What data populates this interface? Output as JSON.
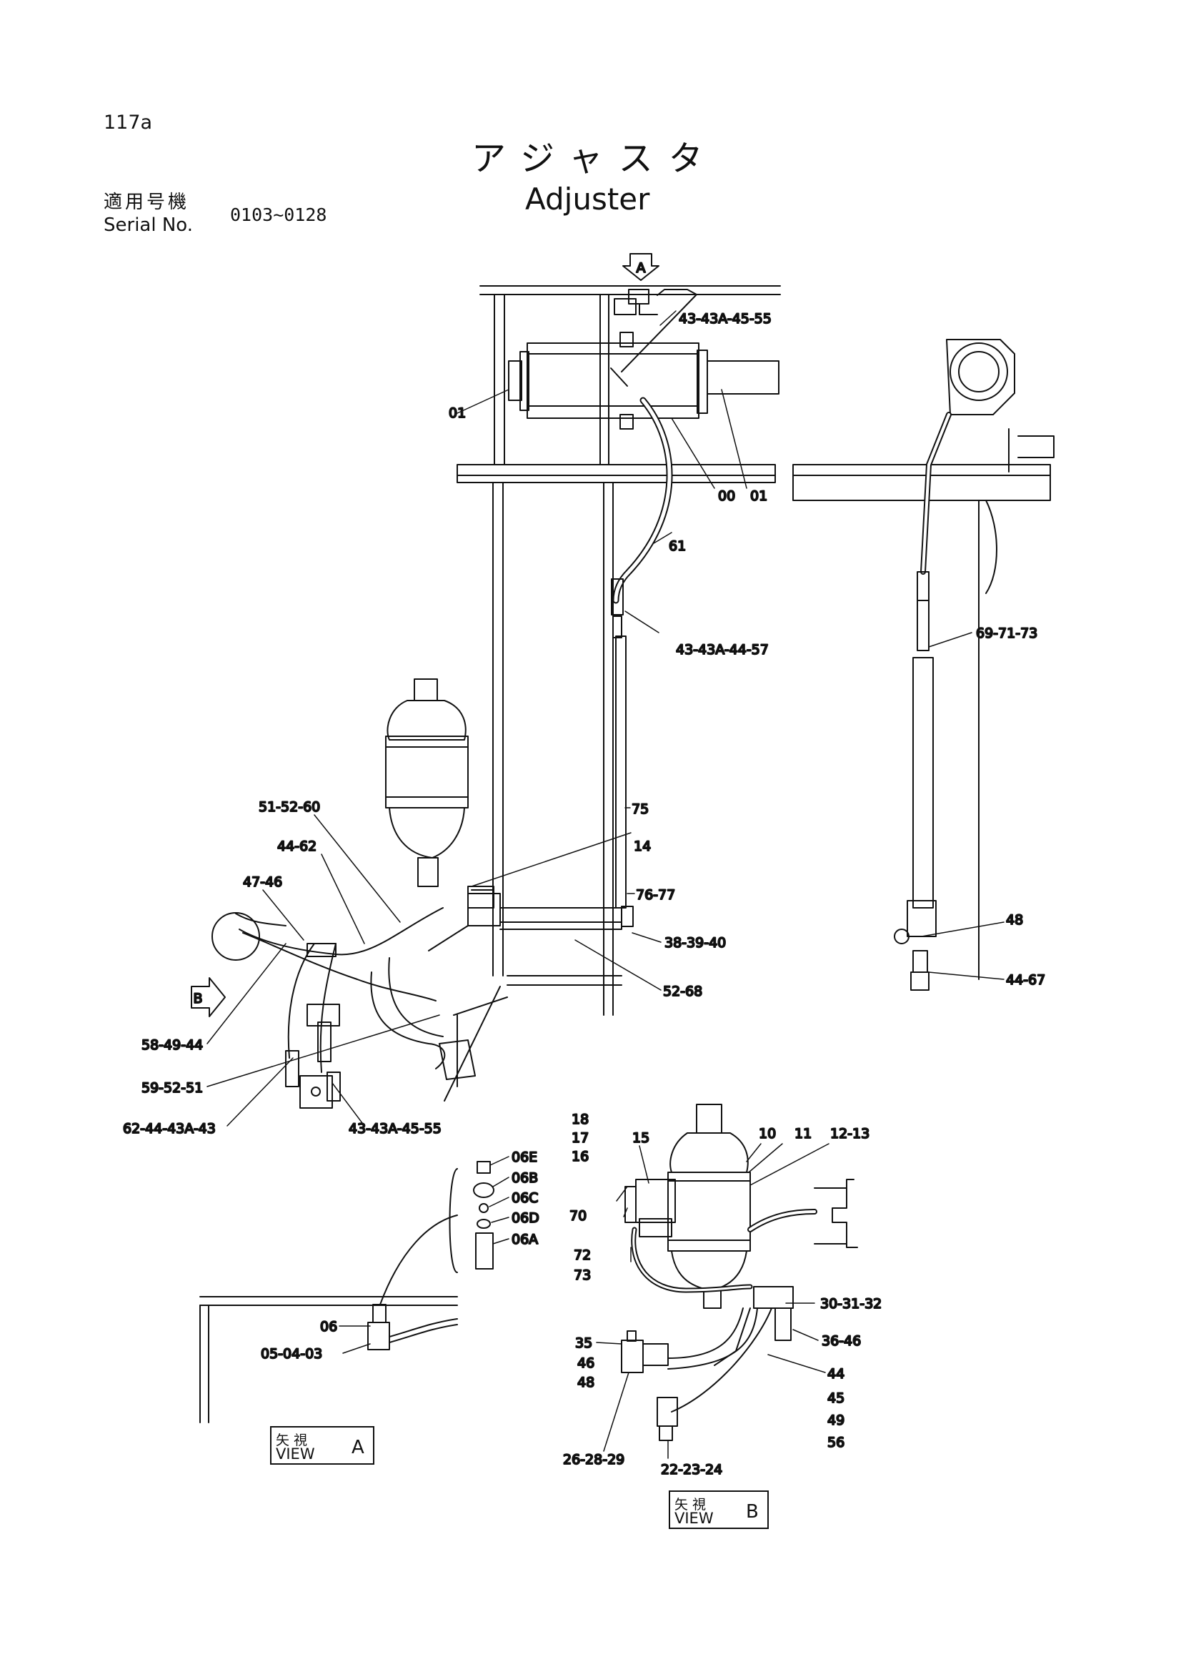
{
  "header": {
    "page_number": "117a",
    "title_japanese": "アジャスタ",
    "title_english": "Adjuster",
    "serial_label_japanese": "適用号機",
    "serial_label_english": "Serial No.",
    "serial_range": "0103~0128"
  },
  "callouts": {
    "c_view_a_arrow": "A",
    "c_43_43a_45_55_top": "43-43A-45-55",
    "c_01_left": "01",
    "c_00": "00",
    "c_01_right": "01",
    "c_61": "61",
    "c_43_43a_44_57": "43-43A-44-57",
    "c_69_71_73": "69-71-73",
    "c_75": "75",
    "c_14": "14",
    "c_76_77": "76-77",
    "c_38_39_40": "38-39-40",
    "c_52_68": "52-68",
    "c_48_right": "48",
    "c_44_67": "44-67",
    "c_51_52_60": "51-52-60",
    "c_44_62": "44-62",
    "c_47_46": "47-46",
    "c_view_b_arrow": "B",
    "c_58_49_44": "58-49-44",
    "c_59_52_51": "59-52-51",
    "c_62_44_43a_43": "62-44-43A-43",
    "c_43_43a_45_55_bottom": "43-43A-45-55",
    "c_06e": "06E",
    "c_06b": "06B",
    "c_06c": "06C",
    "c_06d": "06D",
    "c_06a": "06A",
    "c_06": "06",
    "c_05_04_03": "05-04-03",
    "c_18": "18",
    "c_17": "17",
    "c_16": "16",
    "c_15": "15",
    "c_10": "10",
    "c_11": "11",
    "c_12_13": "12-13",
    "c_70": "70",
    "c_72": "72",
    "c_73": "73",
    "c_30_31_32": "30-31-32",
    "c_35": "35",
    "c_46_b": "46",
    "c_48_b": "48",
    "c_36_46": "36-46",
    "c_44_b": "44",
    "c_45_b": "45",
    "c_49_b": "49",
    "c_56_b": "56",
    "c_26_28_29": "26-28-29",
    "c_22_23_24": "22-23-24"
  },
  "views": {
    "view_a": {
      "japanese": "矢視",
      "english": "VIEW",
      "letter": "A"
    },
    "view_b": {
      "japanese": "矢視",
      "english": "VIEW",
      "letter": "B"
    }
  }
}
